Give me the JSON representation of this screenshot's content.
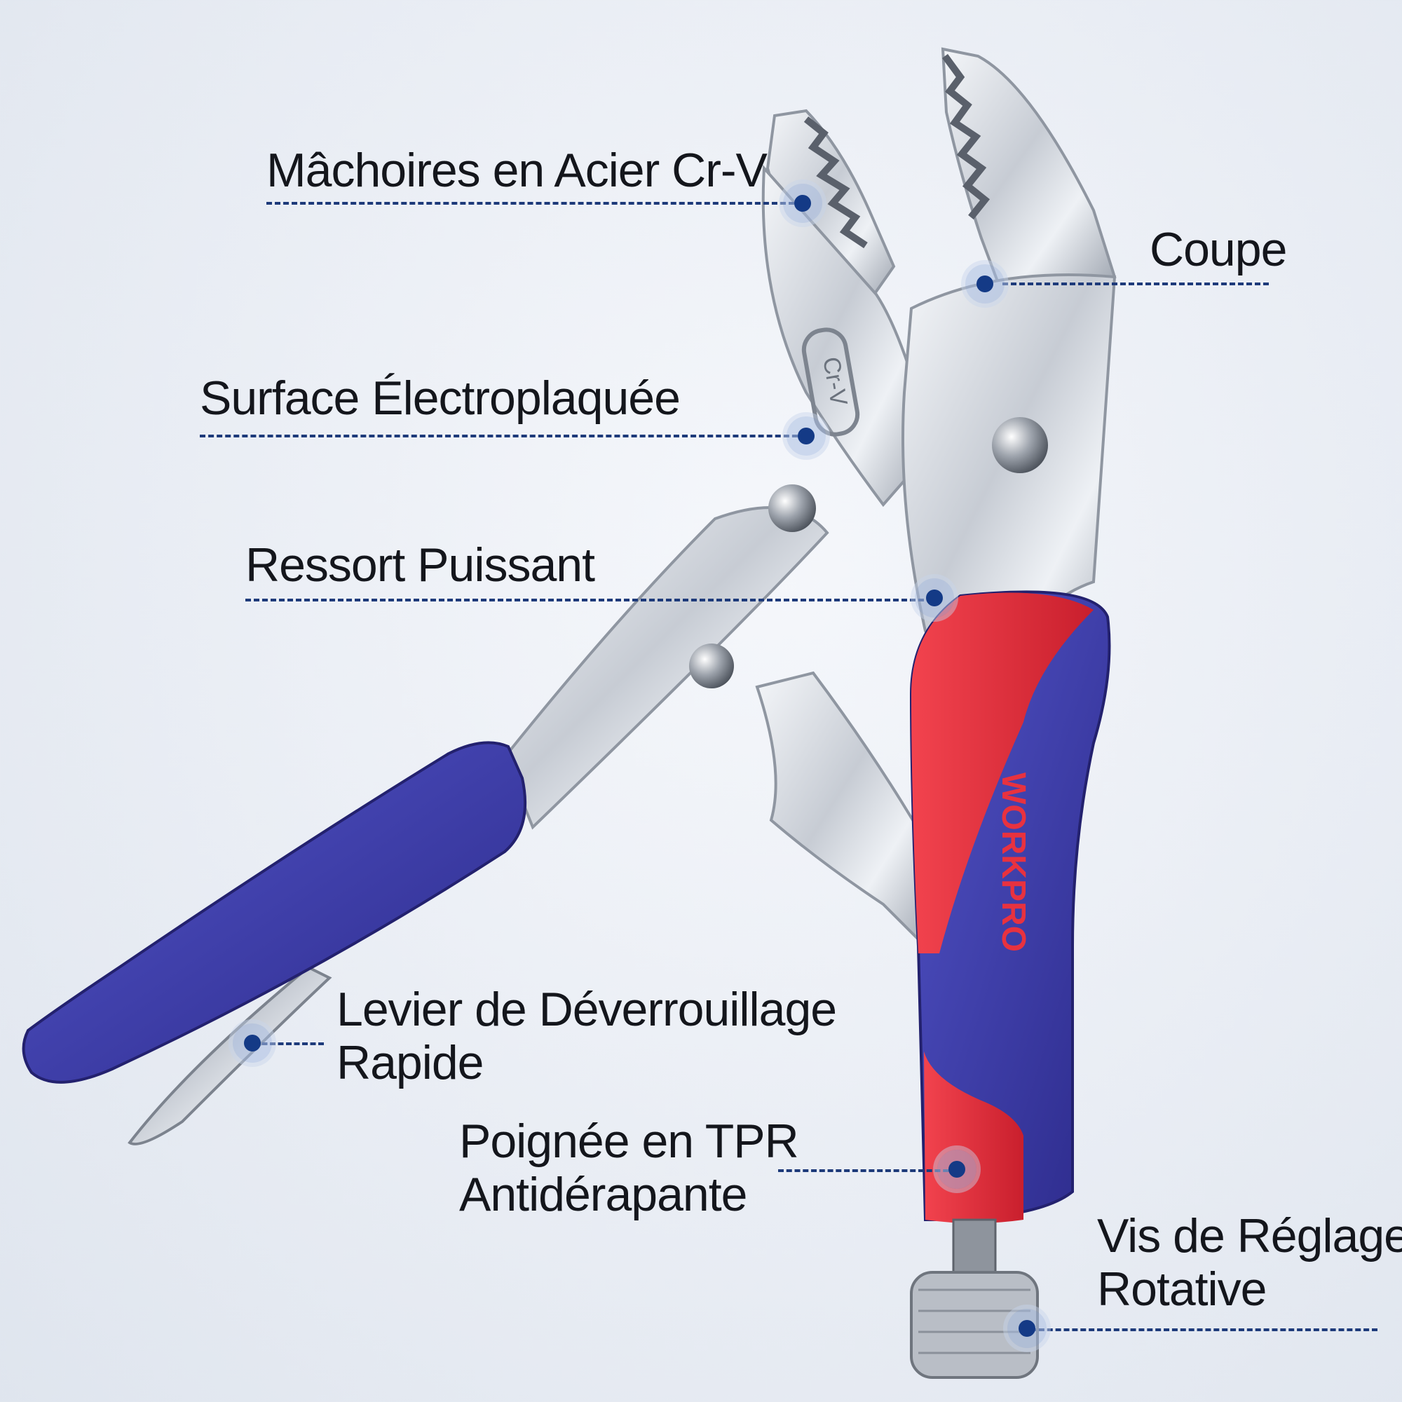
{
  "brand": {
    "logo_text": "WORKPRO",
    "jaw_stamp": "Cr-V"
  },
  "colors": {
    "accent_blue": "#1d3a7a",
    "grip_blue": "#3a3aa8",
    "grip_red": "#e8323f",
    "steel": "#c9ced6"
  },
  "callouts": [
    {
      "id": "jaws",
      "lines": [
        "Mâchoires en Acier Cr-V"
      ]
    },
    {
      "id": "cutter",
      "lines": [
        "Coupe"
      ]
    },
    {
      "id": "surface",
      "lines": [
        "Surface Électroplaquée"
      ]
    },
    {
      "id": "spring",
      "lines": [
        "Ressort Puissant"
      ]
    },
    {
      "id": "release",
      "lines": [
        "Levier de Déverrouillage",
        "Rapide"
      ]
    },
    {
      "id": "grip",
      "lines": [
        "Poignée en TPR",
        "Antidérapante"
      ]
    },
    {
      "id": "screw",
      "lines": [
        "Vis de Réglage",
        "Rotative"
      ]
    }
  ]
}
